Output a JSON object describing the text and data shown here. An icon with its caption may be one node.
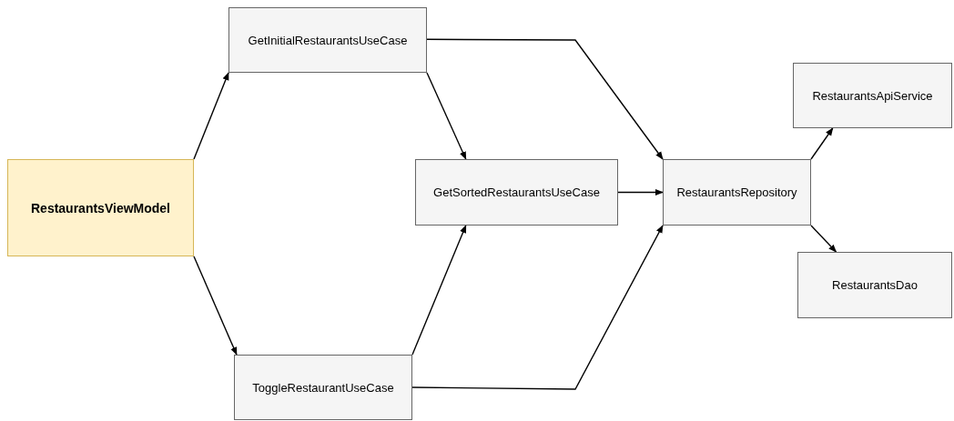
{
  "diagram": {
    "nodes": [
      {
        "text": [
          "RestaurantsViewModel"
        ]
      },
      {
        "text": [
          "GetInitialRestaurantsUseCase"
        ]
      },
      {
        "text": [
          "GetSortedRestaurantsUseCase"
        ]
      },
      {
        "text": [
          "ToggleRestaurantUseCase"
        ]
      },
      {
        "text": [
          "RestaurantsRepository"
        ]
      },
      {
        "text": [
          "RestaurantsApiService"
        ]
      },
      {
        "text": [
          "RestaurantsDao"
        ]
      }
    ],
    "edges": [
      {
        "from": 0,
        "to": 1,
        "arrow": "to"
      },
      {
        "from": 0,
        "to": 3,
        "arrow": "to"
      },
      {
        "from": 1,
        "to": 2,
        "arrow": "to"
      },
      {
        "from": 1,
        "to": 4,
        "arrow": "to"
      },
      {
        "from": 3,
        "to": 2,
        "arrow": "to"
      },
      {
        "from": 3,
        "to": 4,
        "arrow": "to"
      },
      {
        "from": 2,
        "to": 4,
        "arrow": "to"
      },
      {
        "from": 4,
        "to": 5,
        "arrow": "to"
      },
      {
        "from": 4,
        "to": 6,
        "arrow": "to"
      }
    ]
  }
}
